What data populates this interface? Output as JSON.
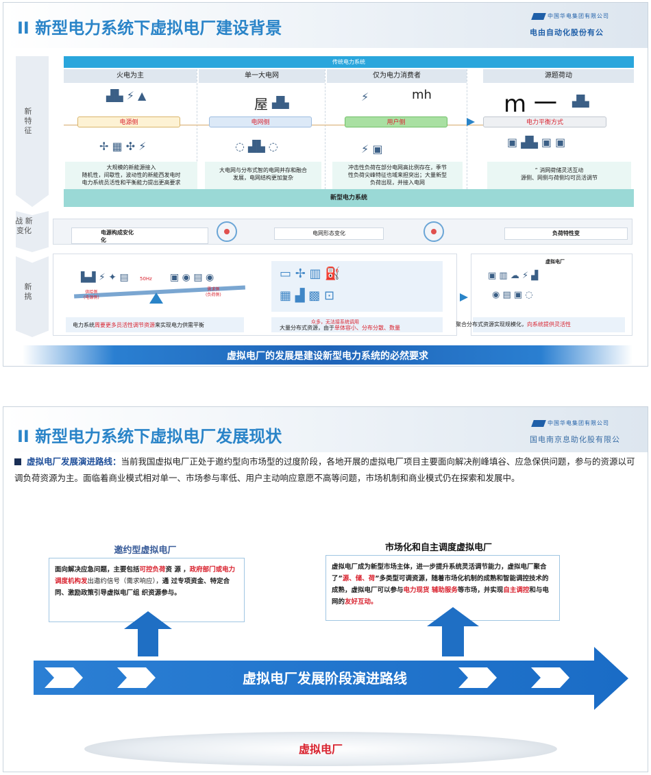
{
  "slide1": {
    "title": "II 新型电力系统下虚拟电厂建设背景",
    "logo_small": "中国华电集团有限公司",
    "company": "电由自动化股份有公",
    "top_bar": "传统电力系统",
    "side_labels": [
      "新特征",
      "战 新变化",
      "新挑"
    ],
    "features": [
      {
        "head": "火电为主",
        "pill": "电源侧",
        "desc": "大规模的新能源接入\n随机性，间歇性，波动性的新能西发电时\n电力系统员活性和平衡能力提出更高要求"
      },
      {
        "head": "单一大电网",
        "pill": "电网侧",
        "desc": "大电网与分布式智的电网并存和融合\n发展，电网结构更加复杂"
      },
      {
        "head": "仅为电力消费者",
        "pill": "用户侧",
        "desc": "冲击性负荷在部分电网高比例存在，季节\n性负荷尖峰特征也域来担突出；大量新型\n负荷出现，并接入电网"
      },
      {
        "head": "源题荷动",
        "pill": "电力平衡方式",
        "desc": "“ 消网荷储灵活互动\n源侧、网侧与荷侧均可员活调节"
      }
    ],
    "glyph_1": "屋",
    "glyph_2": "mh",
    "glyph_3": "m 一",
    "mid_bar": "新型电力系统",
    "changes": [
      "电源构成安化\n化",
      "电网形态变化",
      "负荷特性变"
    ],
    "scale_left": "供给侧\n(电源侧)",
    "scale_right": "需求侧\n(负荷侧)",
    "scale_top": "50Hz",
    "chal_1_a": "电力系统",
    "chal_1_b": "周要更多员活性调节资源",
    "chal_1_c": "来实现电力供需平衡",
    "chal_2_a": "大量分布式资源，由于",
    "chal_2_b": "单体容小、分布分散、数量",
    "chal_2_over": "众多，无法接系统调用",
    "chal_3_a": "聚合分布式资源实现规模化，",
    "chal_3_b": "向系统提供灵活性",
    "chal_3_label": "虚拟电厂",
    "banner": "虚拟电厂的发展是建设新型电力系统的必然要求"
  },
  "slide2": {
    "title": "II 新型电力系统下虚拟电厂发展现状",
    "logo_small": "中国华电集团有限公司",
    "company": "国电南京息助化股有限公",
    "para_lead": "虚拟电厂发展演进路线：",
    "para_body": "当前我国虚拟电厂正处于邀约型向市场型的过度阶段，各地开展的虚拟电厂项目主要面向解决削峰填谷、应急保供问题，参与的资源以可调负荷资源为主。面临着商业模式相对单一、市场参与率低、用户主动响应意愿不高等问题，市场机制和商业模式仍在探索和发展中。",
    "left_title": "邀约型虚拟电厂",
    "left_parts": {
      "p1": "面向解决应急问题，主要包括",
      "p2": "可控负荷",
      "p3": "资  源 ，",
      "p4": "政府部门或电力调度机构发",
      "p5": "出邀约信号（需求响应），",
      "p6": "通    过专项资金、特定合同、激励政策引导虚拟电厂组  织资源参与。"
    },
    "right_title": "市场化和自主调度虚拟电厂",
    "right_parts": {
      "p1": "虚拟电厂成为新型市场主体，进一步提升系统灵活调节能力，虚拟电厂聚合了”",
      "p2": "源、储、荷",
      "p3": "”多类型可调资源，随着市场化机制的成熟和智能调控技术的成熟，虚拟电厂可以参与",
      "p4": "电力现货  辅助服务",
      "p5": "等市场，并实现",
      "p6": "自主调控",
      "p7": "和与电网的",
      "p8": "友好互动。"
    },
    "arrow_label": "虚拟电厂发展阶段演进路线",
    "ellipse_label": "虚拟电厂"
  },
  "colors": {
    "accent": "#2a84c8",
    "red": "#d9232f",
    "navy": "#1f4f9a"
  }
}
